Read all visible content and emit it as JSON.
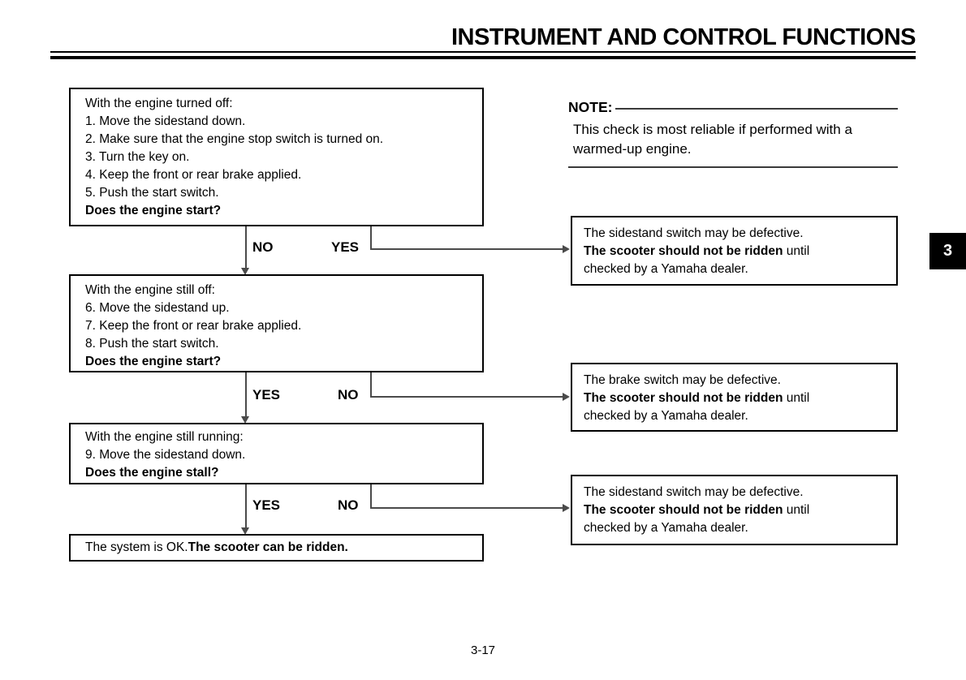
{
  "page": {
    "header_title": "INSTRUMENT AND CONTROL FUNCTIONS",
    "page_number": "3-17",
    "section_tab": "3"
  },
  "note": {
    "label": "NOTE:",
    "text": "This check is most reliable if performed with a warmed-up engine."
  },
  "flowchart": {
    "step_boxes": [
      {
        "lines": [
          "With the engine turned off:",
          "1. Move the sidestand down.",
          "2. Make sure that the engine stop switch is turned on.",
          "3. Turn the key on.",
          "4. Keep the front or rear brake applied.",
          "5. Push the start switch."
        ],
        "question": "Does the engine start?"
      },
      {
        "lines": [
          "With the engine still off:",
          "6. Move the sidestand up.",
          "7. Keep the front or rear brake applied.",
          "8. Push the start switch."
        ],
        "question": "Does the engine start?"
      },
      {
        "lines": [
          "With the engine still running:",
          "9. Move the sidestand down."
        ],
        "question": "Does the engine stall?"
      }
    ],
    "connectors": [
      {
        "down_label": "NO",
        "right_label": "YES"
      },
      {
        "down_label": "YES",
        "right_label": "NO"
      },
      {
        "down_label": "YES",
        "right_label": "NO"
      }
    ],
    "outcome_boxes": [
      {
        "line1": "The sidestand switch may be defective.",
        "bold": "The scooter should not be ridden",
        "rest": " until",
        "line3": "checked by a Yamaha dealer."
      },
      {
        "line1": "The brake switch may be defective.",
        "bold": "The scooter should not be ridden",
        "rest": " until",
        "line3": "checked by a Yamaha dealer."
      },
      {
        "line1": "The sidestand switch may be defective.",
        "bold": "The scooter should not be ridden",
        "rest": " until",
        "line3": "checked by a Yamaha dealer."
      }
    ],
    "result_box": {
      "normal": "The system is OK. ",
      "bold": "The scooter can be ridden."
    }
  }
}
